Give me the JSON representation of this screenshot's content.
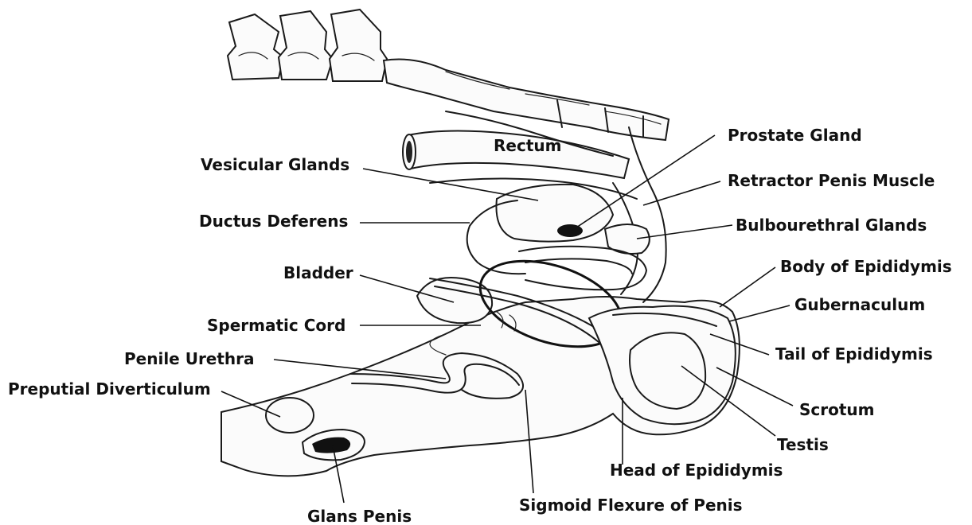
{
  "labels": {
    "rectum": "Rectum",
    "prostate_gland": "Prostate Gland",
    "vesicular_glands": "Vesicular Glands",
    "retractor_penis_muscle": "Retractor Penis Muscle",
    "ductus_deferens": "Ductus Deferens",
    "bulbourethral_glands": "Bulbourethral Glands",
    "bladder": "Bladder",
    "body_of_epididymis": "Body of Epididymis",
    "gubernaculum": "Gubernaculum",
    "spermatic_cord": "Spermatic Cord",
    "penile_urethra": "Penile Urethra",
    "tail_of_epididymis": "Tail of Epididymis",
    "preputial_diverticulum": "Preputial Diverticulum",
    "scrotum": "Scrotum",
    "testis": "Testis",
    "head_of_epididymis": "Head of Epididymis",
    "sigmoid_flexure_of_penis": "Sigmoid Flexure of Penis",
    "glans_penis": "Glans Penis"
  }
}
